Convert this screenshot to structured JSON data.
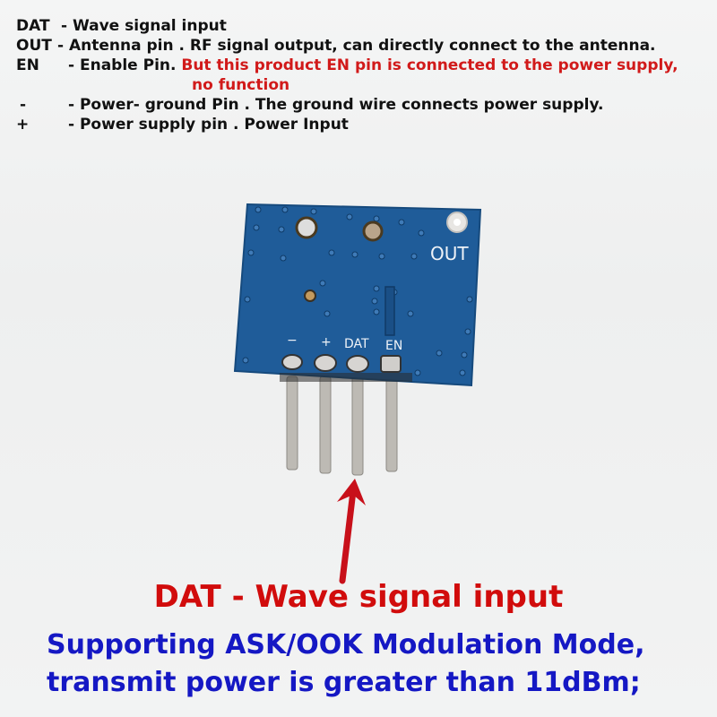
{
  "legend": [
    {
      "pin": "DAT",
      "desc": "-  Wave signal input"
    },
    {
      "pin": "OUT",
      "desc": "- Antenna pin . RF signal output, can directly connect to the antenna."
    },
    {
      "pin": "EN",
      "desc": "- Enable Pin.",
      "note_red": "But this product EN pin is connected to the power supply,",
      "note_red_cont": "no function"
    },
    {
      "pin": "-",
      "desc": "- Power- ground Pin . The ground wire connects power supply."
    },
    {
      "pin": "+",
      "desc": "- Power supply pin . Power Input"
    }
  ],
  "module": {
    "silk_out": "OUT",
    "pin_labels": [
      "−",
      "+",
      "DAT",
      "EN"
    ],
    "board_color": "#1f5c99",
    "arrow_color": "#c8101a"
  },
  "captions": {
    "red": "DAT -  Wave signal input",
    "blue_line1": "Supporting ASK/OOK Modulation Mode,",
    "blue_line2": "transmit power is greater than 11dBm;"
  }
}
